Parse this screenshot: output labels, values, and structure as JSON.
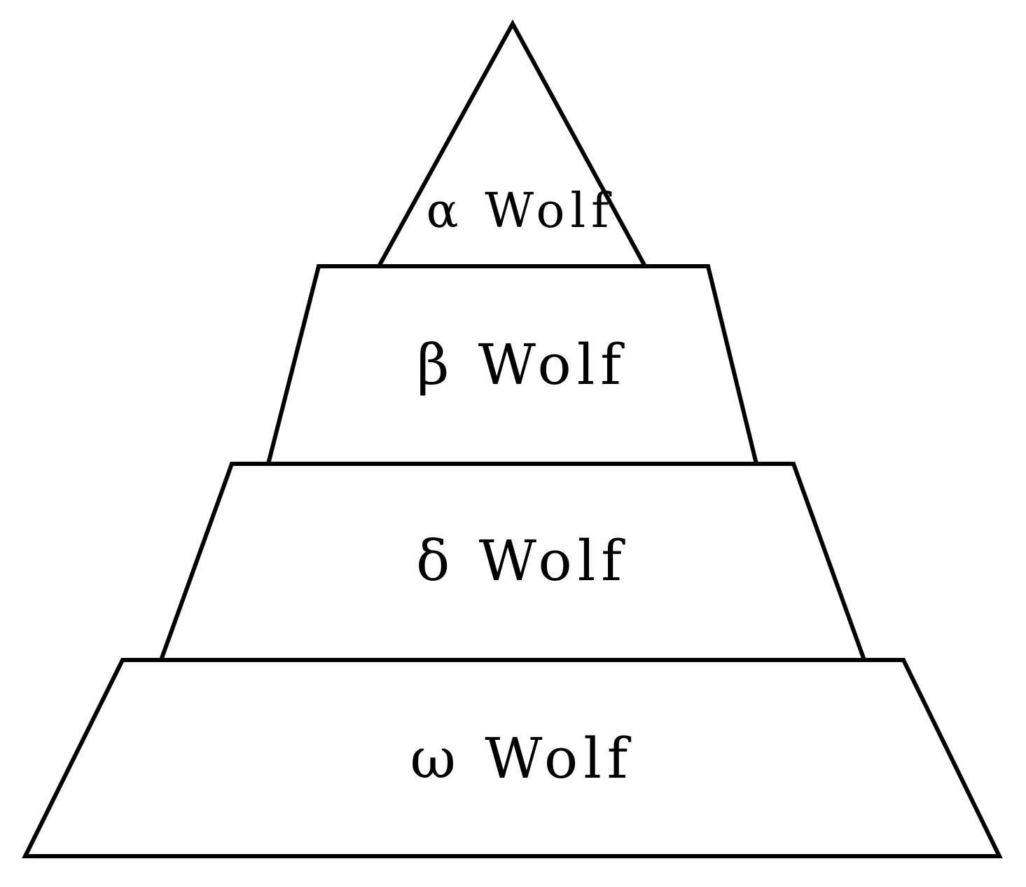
{
  "diagram": {
    "tiers": [
      {
        "name": "alpha",
        "label": "α Wolf"
      },
      {
        "name": "beta",
        "label": "β Wolf"
      },
      {
        "name": "delta",
        "label": "δ Wolf"
      },
      {
        "name": "omega",
        "label": "ω Wolf"
      }
    ],
    "colors": {
      "stroke": "#000000",
      "fill": "#ffffff",
      "text": "#000000"
    }
  }
}
